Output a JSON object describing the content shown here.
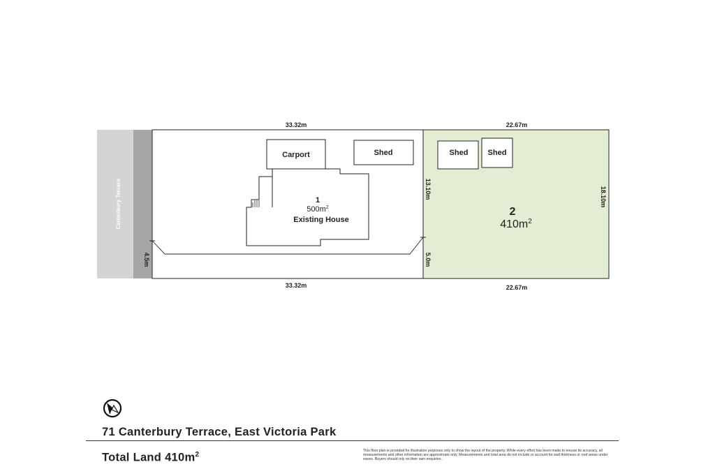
{
  "street": {
    "name": "Canterbury Terrace"
  },
  "lot1": {
    "number": "1",
    "area": "500m",
    "area_sup": "2",
    "description": "Existing House",
    "top_dim": "33.32m",
    "bottom_dim": "33.32m",
    "left_dim": "4.5m",
    "right_upper_dim": "13.10m",
    "right_lower_dim": "5.0m",
    "structures": {
      "carport": "Carport",
      "shed": "Shed"
    },
    "fill_color": "#ffffff"
  },
  "lot2": {
    "number": "2",
    "area": "410m",
    "area_sup": "2",
    "top_dim": "22.67m",
    "bottom_dim": "22.67m",
    "right_dim": "18.10m",
    "structures": {
      "shed_a": "Shed",
      "shed_b": "Shed"
    },
    "fill_color": "#e2edd3"
  },
  "footer": {
    "compass_icon": "north-arrow-icon",
    "address": "71 Canterbury Terrace, East Victoria Park",
    "total_land": "Total Land 410m",
    "total_land_sup": "2",
    "disclaimer": "This floor plan is provided for illustration purposes only to show the layout of the property. While every effort has been made to ensure its accuracy, all measurements and other information are approximate only. Measurements and total area do not include or account for wall thickness or roof areas under eaves. Buyers should rely on their own enquiries."
  }
}
